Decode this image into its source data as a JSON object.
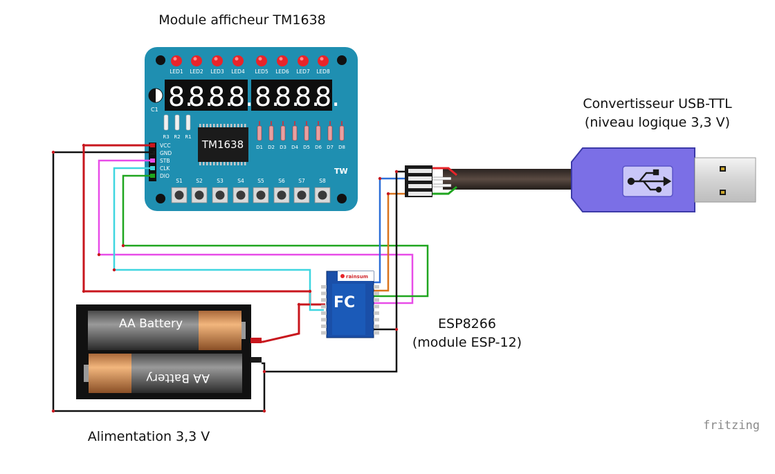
{
  "captions": {
    "display_module": "Module afficheur TM1638",
    "usb_title_line1": "Convertisseur USB-TTL",
    "usb_title_line2": "(niveau logique 3,3 V)",
    "esp_title_line1": "ESP8266",
    "esp_title_line2": "(module ESP-12)",
    "power_title": "Alimentation 3,3 V"
  },
  "tm1638_board": {
    "chip_label": "TM1638",
    "logo": "TW",
    "cap_label": "C1",
    "led_labels": [
      "LED1",
      "LED2",
      "LED3",
      "LED4",
      "LED5",
      "LED6",
      "LED7",
      "LED8"
    ],
    "resistor_labels": [
      "R3",
      "R2",
      "R1"
    ],
    "diode_labels": [
      "D1",
      "D2",
      "D3",
      "D4",
      "D5",
      "D6",
      "D7",
      "D8"
    ],
    "pin_labels": [
      "VCC",
      "GND",
      "STB",
      "CLK",
      "DIO"
    ],
    "switch_labels": [
      "S1",
      "S2",
      "S3",
      "S4",
      "S5",
      "S6",
      "S7",
      "S8"
    ],
    "digit_glyph": "8."
  },
  "esp_module": {
    "brand": "rainsum",
    "fcc_mark": "FC"
  },
  "battery": {
    "label_top": "AA Battery",
    "label_bottom": "AA Battery"
  },
  "watermark": "fritzing",
  "colors": {
    "board_teal": "#1f8fb1",
    "led_red": "#e8242a",
    "wire_red": "#c8161d",
    "wire_black": "#1a1a1a",
    "wire_magenta": "#e84ce8",
    "wire_cyan": "#3fd6e0",
    "wire_green": "#1fa51f",
    "wire_blue": "#2d6fd8",
    "wire_orange": "#d9731c",
    "usb_body": "#7b6fe6",
    "esp_blue": "#1a4fa8"
  }
}
